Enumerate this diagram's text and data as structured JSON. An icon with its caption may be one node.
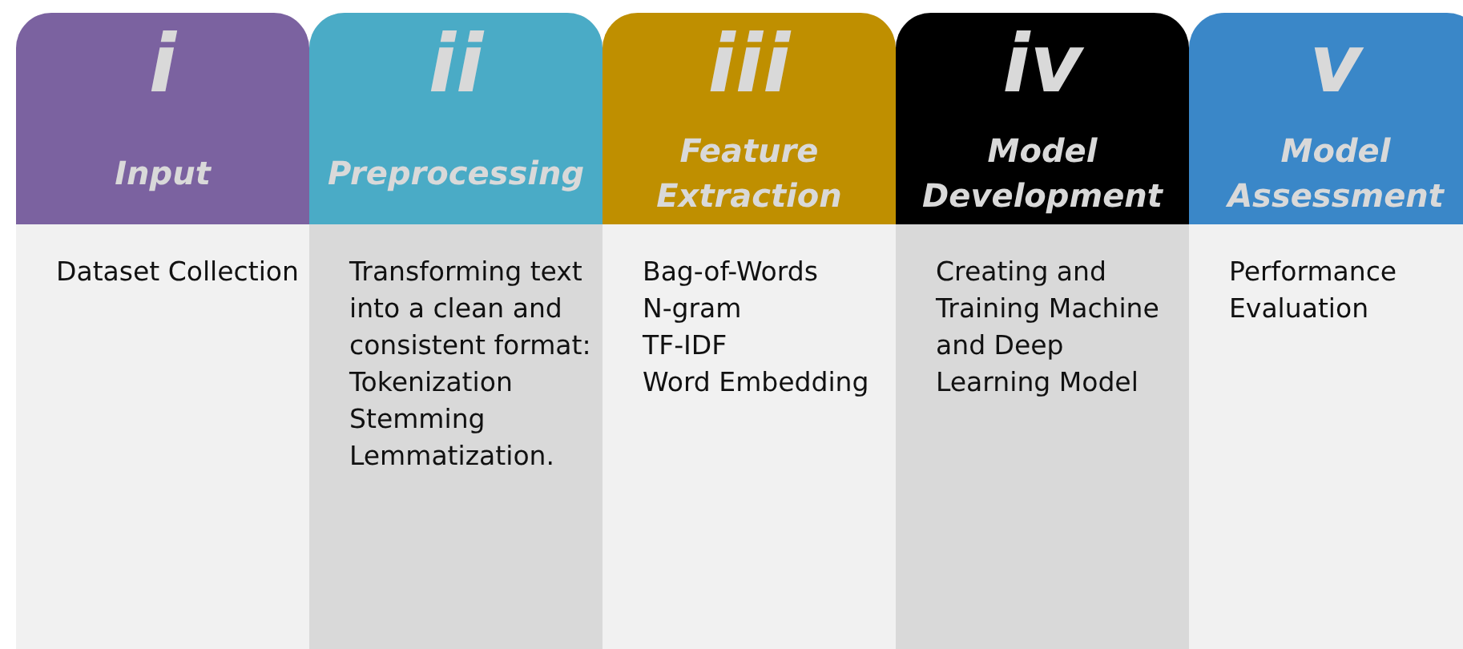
{
  "diagram": {
    "nodes": [
      {
        "text": [
          "i",
          "Input",
          "Dataset Collection"
        ]
      },
      {
        "text": [
          "ii",
          "Preprocessing",
          "Transforming text into a clean and consistent format:",
          "Tokenization",
          "Stemming",
          "Lemmatization."
        ]
      },
      {
        "text": [
          "iii",
          "Feature Extraction",
          "Bag-of-Words",
          "N-gram",
          "TF-IDF",
          "Word Embedding"
        ]
      },
      {
        "text": [
          "iv",
          "Model Development",
          "Creating and Training Machine and Deep Learning Model"
        ]
      },
      {
        "text": [
          "v",
          "Model Assessment",
          "Performance Evaluation"
        ]
      }
    ]
  }
}
